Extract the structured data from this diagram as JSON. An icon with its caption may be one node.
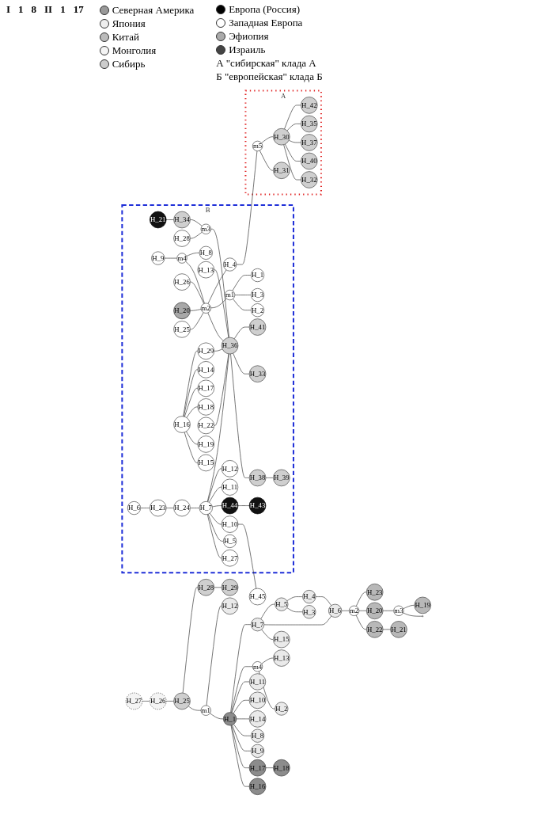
{
  "diagram": {
    "nodes": [
      {
        "text": [
          "B"
        ]
      },
      {
        "text": [
          "H_21"
        ],
        "in": 0
      },
      {
        "text": [
          "H_9"
        ],
        "in": 0
      },
      {
        "text": [
          "H_34"
        ],
        "in": 0
      },
      {
        "text": [
          "H_28"
        ],
        "in": 0
      },
      {
        "text": [
          "m4"
        ],
        "in": 0
      },
      {
        "text": [
          "H_8"
        ],
        "in": 0
      },
      {
        "text": [
          "m3"
        ],
        "in": 0
      },
      {
        "text": [
          "H_13"
        ],
        "in": 0
      },
      {
        "text": [
          "H_26"
        ],
        "in": 0
      },
      {
        "text": [
          "H_15"
        ],
        "in": 0
      },
      {
        "text": [
          "H_19"
        ],
        "in": 0
      },
      {
        "text": [
          "H_18"
        ],
        "in": 0
      },
      {
        "text": [
          "H_17"
        ],
        "in": 0
      },
      {
        "text": [
          "H_20"
        ],
        "in": 0
      },
      {
        "text": [
          "H_25"
        ],
        "in": 0
      },
      {
        "text": [
          "H_14"
        ],
        "in": 0
      },
      {
        "text": [
          "H_16"
        ],
        "in": 0
      },
      {
        "text": [
          "H_22"
        ],
        "in": 0
      },
      {
        "text": [
          "m2"
        ],
        "in": 0
      },
      {
        "text": [
          "H_4"
        ],
        "in": 0
      },
      {
        "text": [
          "H_29"
        ],
        "in": 0
      },
      {
        "text": [
          "m1"
        ],
        "in": 0
      },
      {
        "text": [
          "H_1"
        ],
        "in": 0
      },
      {
        "text": [
          "H_6"
        ],
        "in": 0
      },
      {
        "text": [
          "H_23"
        ],
        "in": 0
      },
      {
        "text": [
          "H_24"
        ],
        "in": 0
      },
      {
        "text": [
          "H_36"
        ],
        "in": 0
      },
      {
        "text": [
          "H_12"
        ],
        "in": 0
      },
      {
        "text": [
          "H_7"
        ],
        "in": 0
      },
      {
        "text": [
          "H_3"
        ],
        "in": 0
      },
      {
        "text": [
          "H_41"
        ],
        "in": 0
      },
      {
        "text": [
          "H_11"
        ],
        "in": 0
      },
      {
        "text": [
          "H_43"
        ],
        "in": 0
      },
      {
        "text": [
          "H_44"
        ],
        "in": 0
      },
      {
        "text": [
          "H_2"
        ],
        "in": 0
      },
      {
        "text": [
          "H_33"
        ],
        "in": 0
      },
      {
        "text": [
          "H_10"
        ],
        "in": 0
      },
      {
        "text": [
          "H_5"
        ],
        "in": 0
      },
      {
        "text": [
          "H_27"
        ],
        "in": 0
      },
      {
        "text": [
          "H_38"
        ],
        "in": 0
      },
      {
        "text": [
          "H_39"
        ],
        "in": 0
      },
      {
        "text": [
          "A"
        ]
      },
      {
        "text": [
          "m5"
        ],
        "in": 42
      },
      {
        "text": [
          "H_31"
        ],
        "in": 42
      },
      {
        "text": [
          "H_30"
        ],
        "in": 42
      },
      {
        "text": [
          "H_42"
        ],
        "in": 42
      },
      {
        "text": [
          "H_35"
        ],
        "in": 42
      },
      {
        "text": [
          "H_37"
        ],
        "in": 42
      },
      {
        "text": [
          "H_32"
        ],
        "in": 42
      },
      {
        "text": [
          "H_40"
        ],
        "in": 42
      },
      {
        "text": [
          "H_45"
        ]
      },
      {
        "text": [
          "H_23"
        ]
      },
      {
        "text": [
          "H_27"
        ]
      },
      {
        "text": [
          "H_19"
        ]
      },
      {
        "text": [
          "H_4"
        ]
      },
      {
        "text": [
          "H_20"
        ]
      },
      {
        "text": [
          "m3"
        ]
      },
      {
        "text": [],
        "shape": "circle"
      },
      {
        "text": [
          "H_26"
        ]
      },
      {
        "text": [
          "H_3"
        ]
      },
      {
        "text": [
          "H_5"
        ]
      },
      {
        "text": [
          "H_6"
        ]
      },
      {
        "text": [
          "m2"
        ]
      },
      {
        "text": [
          "H_22"
        ]
      },
      {
        "text": [
          "H_21"
        ]
      },
      {
        "text": [
          "H_7"
        ]
      },
      {
        "text": [
          "H_15"
        ]
      },
      {
        "text": [
          "H_12"
        ]
      },
      {
        "text": [
          "H_25"
        ]
      },
      {
        "text": [
          "H_13"
        ]
      },
      {
        "text": [
          "H_28"
        ]
      },
      {
        "text": [
          "m1"
        ]
      },
      {
        "text": [
          "H_1"
        ]
      },
      {
        "text": [
          "m4"
        ]
      },
      {
        "text": [
          "H_11"
        ]
      },
      {
        "text": [
          "H_2"
        ]
      },
      {
        "text": [
          "H_16"
        ]
      },
      {
        "text": [
          "H_17"
        ]
      },
      {
        "text": [
          "H_10"
        ]
      },
      {
        "text": [
          "H_14"
        ]
      },
      {
        "text": [
          "H_9"
        ]
      },
      {
        "text": [
          "H_8"
        ]
      },
      {
        "text": [
          "H_18"
        ]
      },
      {
        "text": [
          "H_29"
        ]
      }
    ],
    "edges": [
      {
        "from": 1,
        "to": 3,
        "arrow": "none"
      },
      {
        "from": 3,
        "to": 7,
        "arrow": "none"
      },
      {
        "from": 4,
        "to": 7,
        "arrow": "none"
      },
      {
        "from": 7,
        "to": 27,
        "arrow": "none"
      },
      {
        "from": 2,
        "to": 5,
        "arrow": "none"
      },
      {
        "from": 5,
        "to": 6,
        "arrow": "none"
      },
      {
        "from": 5,
        "to": 19,
        "arrow": "none"
      },
      {
        "from": 9,
        "to": 19,
        "arrow": "none"
      },
      {
        "from": 15,
        "to": 19,
        "arrow": "none"
      },
      {
        "from": 14,
        "to": 19,
        "arrow": "none"
      },
      {
        "from": 19,
        "to": 20,
        "arrow": "none"
      },
      {
        "from": 19,
        "to": 22,
        "arrow": "none"
      },
      {
        "from": 19,
        "to": 27,
        "arrow": "none"
      },
      {
        "from": 22,
        "to": 23,
        "arrow": "none"
      },
      {
        "from": 22,
        "to": 30,
        "arrow": "none"
      },
      {
        "from": 22,
        "to": 35,
        "arrow": "none"
      },
      {
        "from": 20,
        "to": 43,
        "arrow": "none"
      },
      {
        "from": 43,
        "to": 45,
        "arrow": "none"
      },
      {
        "from": 43,
        "to": 44,
        "arrow": "none"
      },
      {
        "from": 45,
        "to": 46,
        "arrow": "none"
      },
      {
        "from": 45,
        "to": 47,
        "arrow": "none"
      },
      {
        "from": 45,
        "to": 48,
        "arrow": "none"
      },
      {
        "from": 45,
        "to": 50,
        "arrow": "none"
      },
      {
        "from": 45,
        "to": 49,
        "arrow": "none"
      },
      {
        "from": 27,
        "to": 31,
        "arrow": "none"
      },
      {
        "from": 27,
        "to": 36,
        "arrow": "none"
      },
      {
        "from": 27,
        "to": 40,
        "arrow": "none"
      },
      {
        "from": 40,
        "to": 41,
        "arrow": "none"
      },
      {
        "from": 8,
        "to": 27,
        "arrow": "none"
      },
      {
        "from": 18,
        "to": 27,
        "arrow": "none"
      },
      {
        "from": 17,
        "to": 21,
        "arrow": "none"
      },
      {
        "from": 21,
        "to": 27,
        "arrow": "none"
      },
      {
        "from": 29,
        "to": 27,
        "arrow": "none"
      },
      {
        "from": 17,
        "to": 16,
        "arrow": "none"
      },
      {
        "from": 17,
        "to": 13,
        "arrow": "none"
      },
      {
        "from": 17,
        "to": 12,
        "arrow": "none"
      },
      {
        "from": 17,
        "to": 11,
        "arrow": "none"
      },
      {
        "from": 17,
        "to": 10,
        "arrow": "none"
      },
      {
        "from": 24,
        "to": 25,
        "arrow": "none"
      },
      {
        "from": 25,
        "to": 26,
        "arrow": "none"
      },
      {
        "from": 26,
        "to": 29,
        "arrow": "none"
      },
      {
        "from": 29,
        "to": 28,
        "arrow": "none"
      },
      {
        "from": 29,
        "to": 32,
        "arrow": "none"
      },
      {
        "from": 29,
        "to": 34,
        "arrow": "none"
      },
      {
        "from": 34,
        "to": 33,
        "arrow": "none"
      },
      {
        "from": 29,
        "to": 37,
        "arrow": "none"
      },
      {
        "from": 29,
        "to": 38,
        "arrow": "none"
      },
      {
        "from": 29,
        "to": 39,
        "arrow": "none"
      },
      {
        "from": 37,
        "to": 51,
        "arrow": "none"
      },
      {
        "from": 53,
        "to": 59,
        "arrow": "none"
      },
      {
        "from": 59,
        "to": 69,
        "arrow": "none"
      },
      {
        "from": 69,
        "to": 71,
        "arrow": "none"
      },
      {
        "from": 71,
        "to": 84,
        "arrow": "none"
      },
      {
        "from": 69,
        "to": 72,
        "arrow": "none"
      },
      {
        "from": 72,
        "to": 68,
        "arrow": "none"
      },
      {
        "from": 72,
        "to": 73,
        "arrow": "none"
      },
      {
        "from": 73,
        "to": 66,
        "arrow": "none"
      },
      {
        "from": 66,
        "to": 61,
        "arrow": "none"
      },
      {
        "from": 66,
        "to": 62,
        "arrow": "none"
      },
      {
        "from": 66,
        "to": 67,
        "arrow": "none"
      },
      {
        "from": 61,
        "to": 55,
        "arrow": "none"
      },
      {
        "from": 55,
        "to": 62,
        "arrow": "none"
      },
      {
        "from": 61,
        "to": 60,
        "arrow": "none"
      },
      {
        "from": 62,
        "to": 63,
        "arrow": "none"
      },
      {
        "from": 63,
        "to": 52,
        "arrow": "none"
      },
      {
        "from": 63,
        "to": 56,
        "arrow": "none"
      },
      {
        "from": 63,
        "to": 64,
        "arrow": "none"
      },
      {
        "from": 64,
        "to": 65,
        "arrow": "none"
      },
      {
        "from": 56,
        "to": 57,
        "arrow": "none"
      },
      {
        "from": 57,
        "to": 54,
        "arrow": "none"
      },
      {
        "from": 57,
        "to": 58,
        "arrow": "none"
      },
      {
        "from": 73,
        "to": 74,
        "arrow": "none"
      },
      {
        "from": 74,
        "to": 70,
        "arrow": "none"
      },
      {
        "from": 74,
        "to": 76,
        "arrow": "none"
      },
      {
        "from": 73,
        "to": 75,
        "arrow": "none"
      },
      {
        "from": 73,
        "to": 79,
        "arrow": "none"
      },
      {
        "from": 73,
        "to": 80,
        "arrow": "none"
      },
      {
        "from": 73,
        "to": 82,
        "arrow": "none"
      },
      {
        "from": 73,
        "to": 81,
        "arrow": "none"
      },
      {
        "from": 73,
        "to": 78,
        "arrow": "none"
      },
      {
        "from": 78,
        "to": 83,
        "arrow": "none"
      },
      {
        "from": 73,
        "to": 77,
        "arrow": "none"
      }
    ],
    "labels": [
      "I",
      "1",
      "8",
      "II",
      "1",
      "17"
    ],
    "legend": [
      {
        "text": "Северная Америка"
      },
      {
        "text": "Япония"
      },
      {
        "text": "Китай"
      },
      {
        "text": "Монголия"
      },
      {
        "text": "Сибирь"
      },
      {
        "text": "Европа (Россия)"
      },
      {
        "text": "Западная Европа"
      },
      {
        "text": "Эфиопия"
      },
      {
        "text": "Израиль"
      },
      {
        "text": "А \"сибирская\" клада А"
      },
      {
        "text": "Б \"европейская\" клада Б"
      }
    ]
  }
}
